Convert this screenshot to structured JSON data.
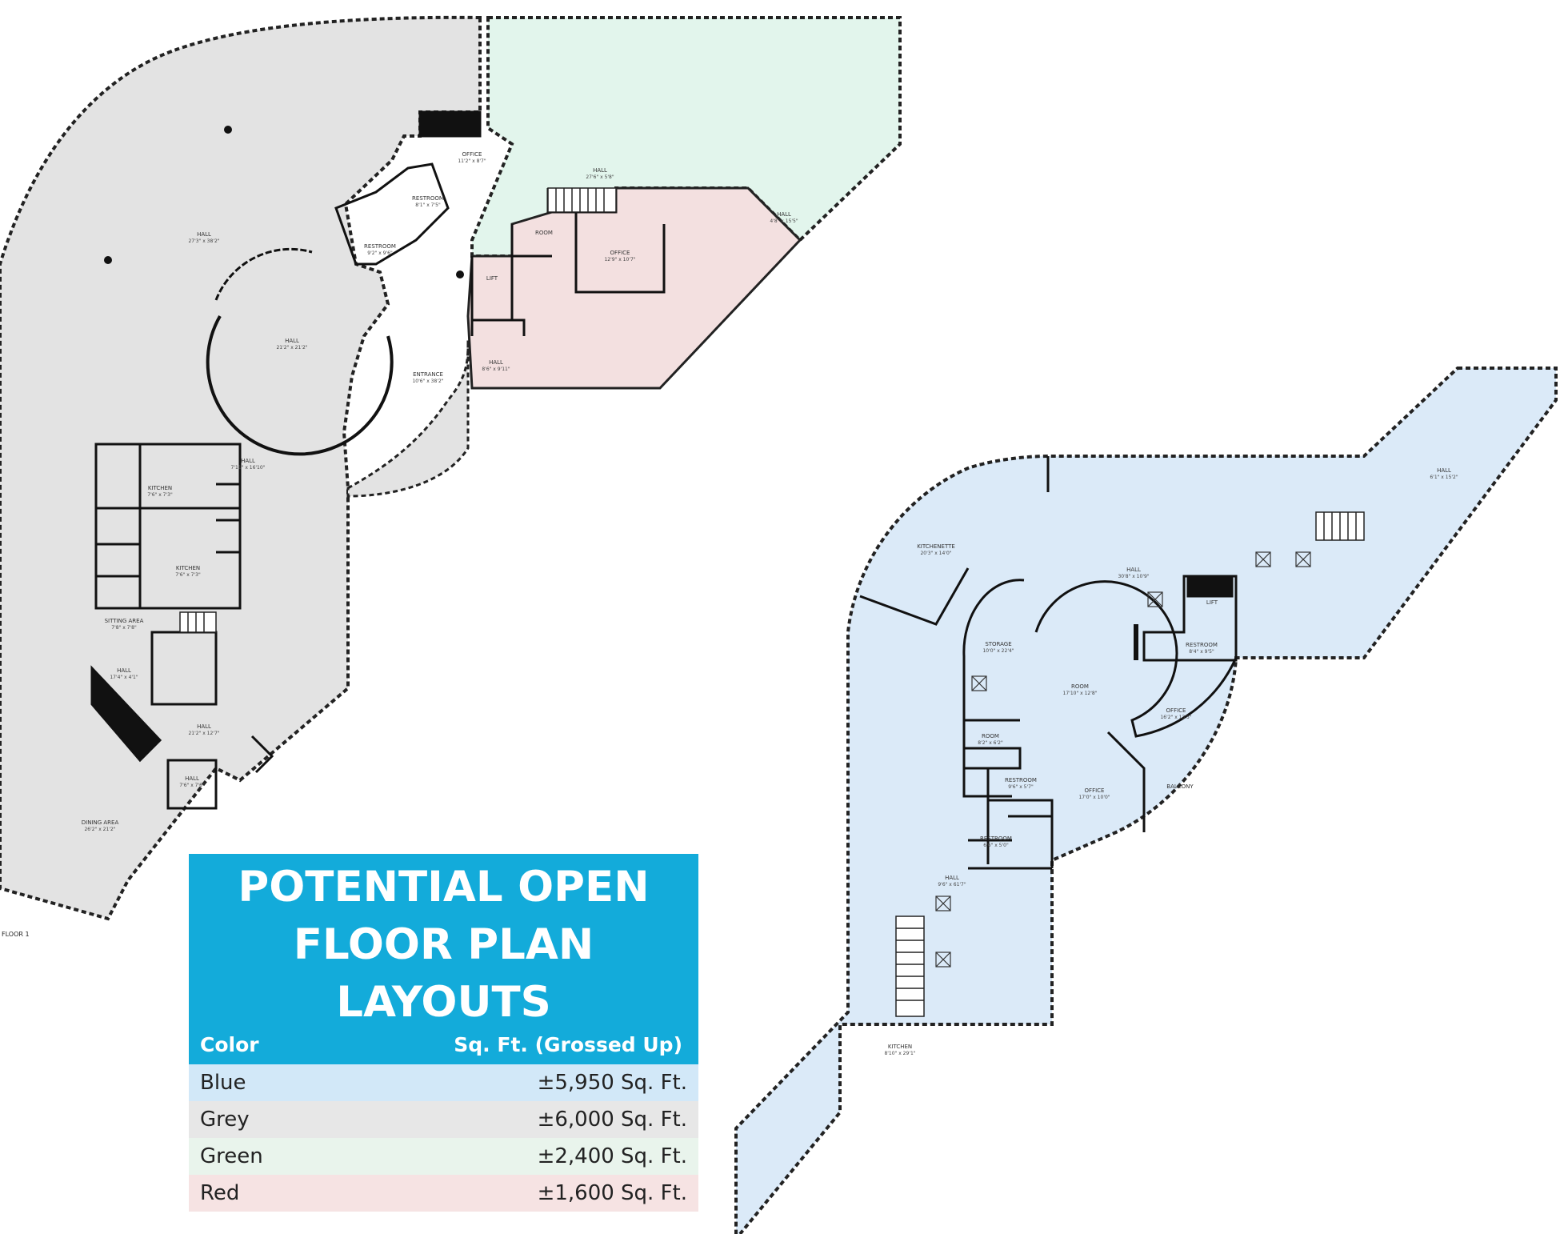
{
  "legend": {
    "title_line1": "POTENTIAL OPEN",
    "title_line2": "FLOOR PLAN LAYOUTS",
    "col_color": "Color",
    "col_sqft": "Sq. Ft. (Grossed Up)",
    "rows": [
      {
        "color": "Blue",
        "sqft": "±5,950 Sq. Ft.",
        "bg": "#d2e8f8"
      },
      {
        "color": "Grey",
        "sqft": "±6,000 Sq. Ft.",
        "bg": "#e7e7e7"
      },
      {
        "color": "Green",
        "sqft": "±2,400 Sq. Ft.",
        "bg": "#e9f4ec"
      },
      {
        "color": "Red",
        "sqft": "±1,600 Sq. Ft.",
        "bg": "#f6e3e3"
      }
    ]
  },
  "colors": {
    "grey_zone": "#e3e3e3",
    "green_zone": "#e2f5ec",
    "red_zone": "#f3e0e0",
    "blue_zone": "#dbeaf8",
    "wall": "#111111",
    "legend_header": "#13abda"
  },
  "floor1": {
    "label": "FLOOR 1",
    "rooms": [
      {
        "name": "HALL",
        "dim": "27'3\" x 38'2\""
      },
      {
        "name": "HALL",
        "dim": "21'2\" x 21'2\""
      },
      {
        "name": "ENTRANCE",
        "dim": "10'6\" x 38'2\""
      },
      {
        "name": "RESTROOM",
        "dim": "9'2\" x 9'6\""
      },
      {
        "name": "RESTROOM",
        "dim": "8'1\" x 7'5\""
      },
      {
        "name": "OFFICE",
        "dim": "11'2\" x 8'7\""
      },
      {
        "name": "HALL",
        "dim": "27'6\" x 5'8\""
      },
      {
        "name": "HALL",
        "dim": "4'8\" x 15'5\""
      },
      {
        "name": "OFFICE",
        "dim": "12'9\" x 10'7\""
      },
      {
        "name": "ROOM",
        "dim": ""
      },
      {
        "name": "LIFT",
        "dim": ""
      },
      {
        "name": "HALL",
        "dim": "8'6\" x 9'11\""
      },
      {
        "name": "HALL",
        "dim": "7'11\" x 16'10\""
      },
      {
        "name": "KITCHEN",
        "dim": "7'6\" x 7'3\""
      },
      {
        "name": "KITCHEN",
        "dim": "7'6\" x 7'3\""
      },
      {
        "name": "SITTING AREA",
        "dim": "7'8\" x 7'8\""
      },
      {
        "name": "HALL",
        "dim": "17'4\" x 4'1\""
      },
      {
        "name": "HALL",
        "dim": "21'2\" x 12'7\""
      },
      {
        "name": "DINING AREA",
        "dim": "26'2\" x 21'2\""
      },
      {
        "name": "HALL",
        "dim": "7'6\" x 7'6\""
      }
    ]
  },
  "floor2": {
    "rooms": [
      {
        "name": "HALL",
        "dim": "6'1\" x 15'2\""
      },
      {
        "name": "HALL",
        "dim": "30'8\" x 10'9\""
      },
      {
        "name": "KITCHENETTE",
        "dim": "20'3\" x 14'0\""
      },
      {
        "name": "STORAGE",
        "dim": "10'0\" x 22'4\""
      },
      {
        "name": "ROOM",
        "dim": "17'10\" x 12'8\""
      },
      {
        "name": "OFFICE",
        "dim": "16'2\" x 13'5\""
      },
      {
        "name": "LIFT",
        "dim": ""
      },
      {
        "name": "RESTROOM",
        "dim": "8'4\" x 9'5\""
      },
      {
        "name": "ROOM",
        "dim": "8'2\" x 6'2\""
      },
      {
        "name": "RESTROOM",
        "dim": "9'6\" x 5'7\""
      },
      {
        "name": "OFFICE",
        "dim": "17'0\" x 10'0\""
      },
      {
        "name": "BALCONY",
        "dim": ""
      },
      {
        "name": "RESTROOM",
        "dim": "6'6\" x 5'0\""
      },
      {
        "name": "HALL",
        "dim": "9'6\" x 61'7\""
      },
      {
        "name": "KITCHEN",
        "dim": "8'10\" x 29'1\""
      }
    ]
  }
}
